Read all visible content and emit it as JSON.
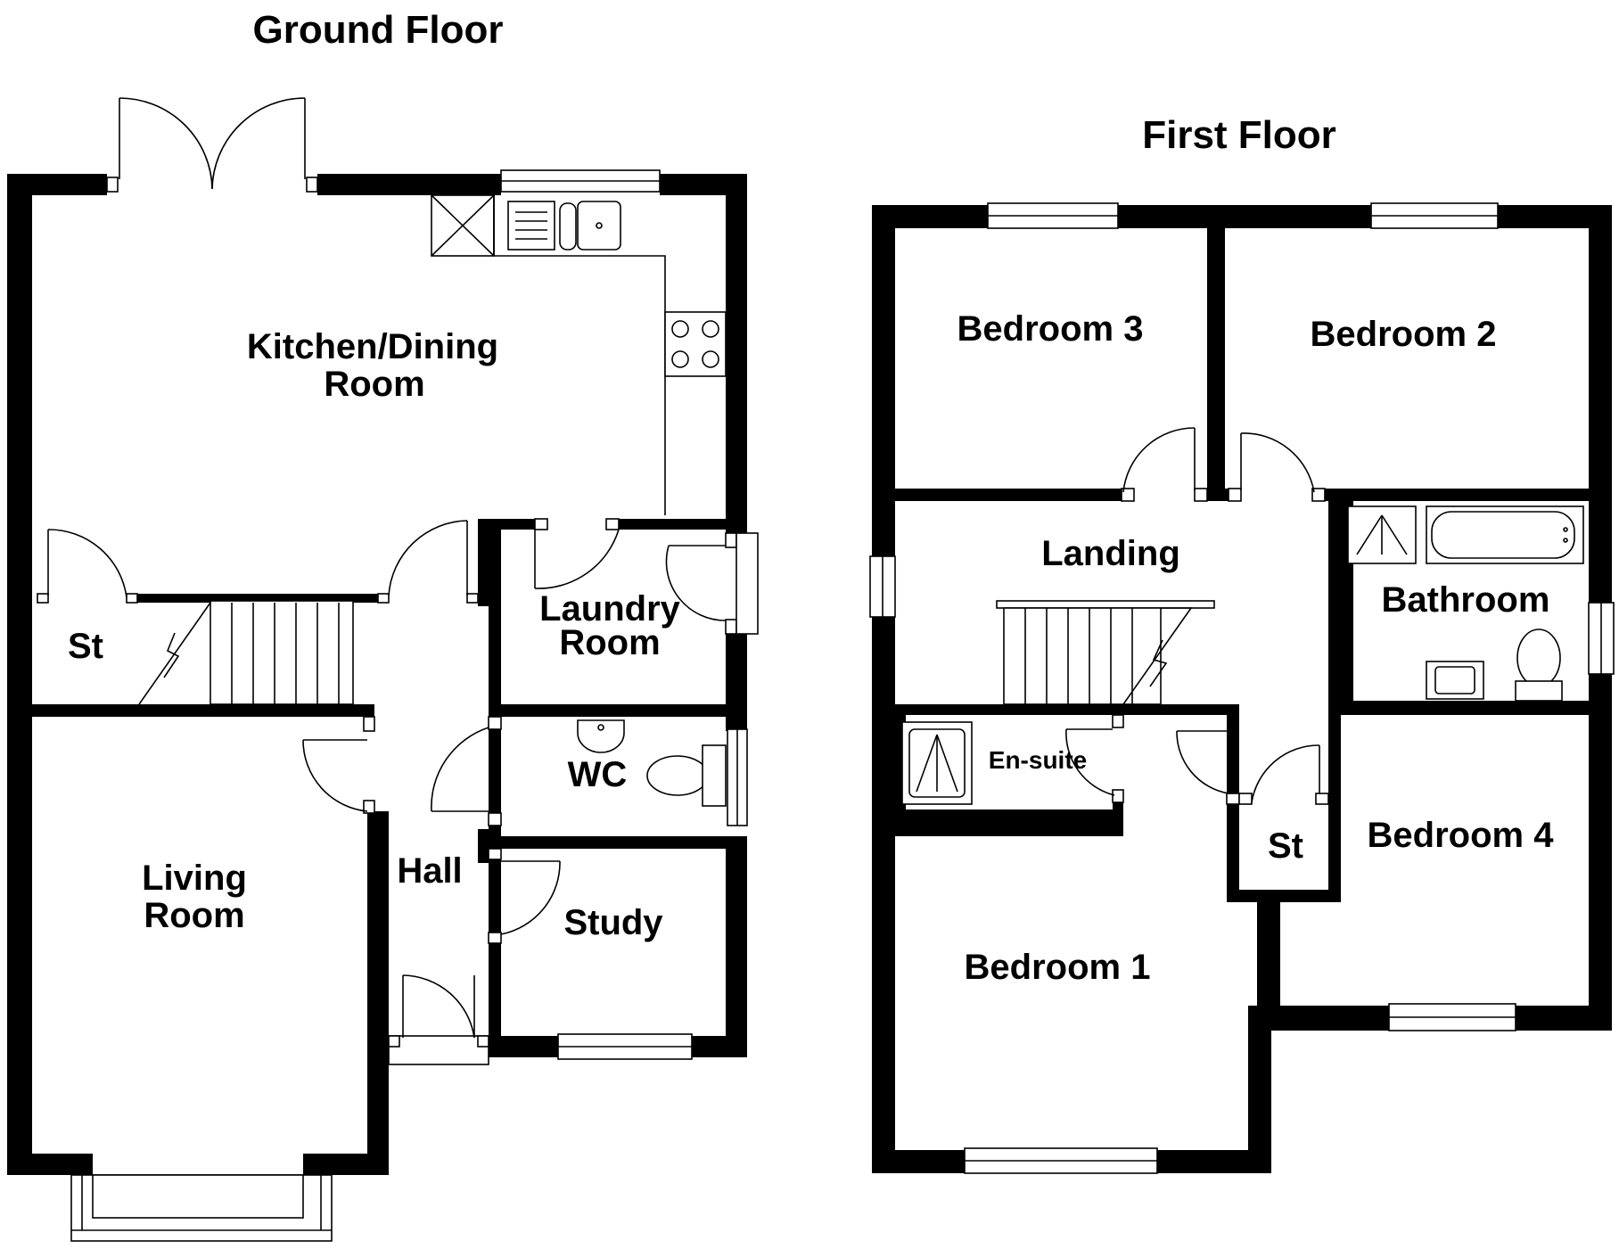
{
  "floors": [
    {
      "title": "Ground Floor",
      "rooms": {
        "kitchen_dining": [
          "Kitchen/Dining",
          "Room"
        ],
        "st": [
          "St"
        ],
        "laundry": [
          "Laundry",
          "Room"
        ],
        "wc": [
          "WC"
        ],
        "living": [
          "Living",
          "Room"
        ],
        "hall": [
          "Hall"
        ],
        "study": [
          "Study"
        ]
      }
    },
    {
      "title": "First Floor",
      "rooms": {
        "bedroom3": [
          "Bedroom 3"
        ],
        "bedroom2": [
          "Bedroom 2"
        ],
        "landing": [
          "Landing"
        ],
        "bathroom": [
          "Bathroom"
        ],
        "ensuite": [
          "En-suite"
        ],
        "st": [
          "St"
        ],
        "bedroom4": [
          "Bedroom 4"
        ],
        "bedroom1": [
          "Bedroom 1"
        ]
      }
    }
  ]
}
